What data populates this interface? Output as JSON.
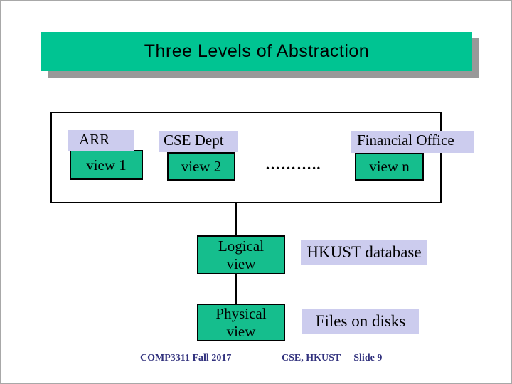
{
  "colors": {
    "title_green": "#00c492",
    "box_green": "#15be8d",
    "lavender": "#ccccee",
    "footer_navy": "#32327e",
    "shadow_gray": "#999999",
    "border_black": "#000000"
  },
  "title": {
    "text": "Three Levels of Abstraction"
  },
  "views_box": {
    "items": [
      {
        "label": "ARR",
        "view": "view 1"
      },
      {
        "label": "CSE Dept",
        "view": "view 2"
      },
      {
        "label": "Financial Office",
        "view": "view n"
      }
    ],
    "dots": "……….."
  },
  "levels": [
    {
      "box": "Logical\nview",
      "annotation": "HKUST database"
    },
    {
      "box": "Physical\nview",
      "annotation": "Files on disks"
    }
  ],
  "footer": {
    "course": "COMP3311 Fall 2017",
    "site": "CSE, HKUST",
    "slide": "Slide 9"
  }
}
